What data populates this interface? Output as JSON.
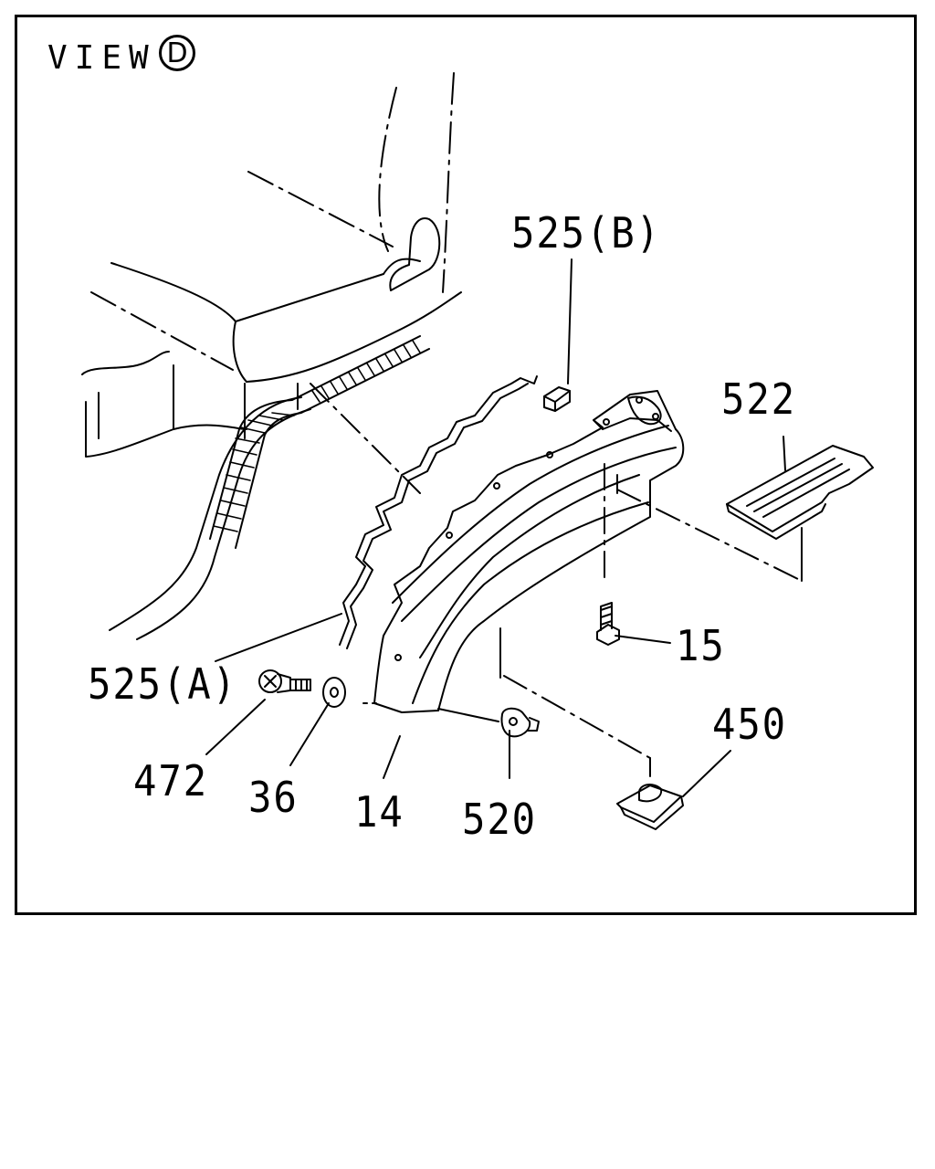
{
  "view": {
    "word": "VIEW",
    "letter": "D"
  },
  "callouts": {
    "p525b": "525(B)",
    "p522": "522",
    "p15": "15",
    "p525a": "525(A)",
    "p450": "450",
    "p472": "472",
    "p36": "36",
    "p14": "14",
    "p520": "520"
  }
}
